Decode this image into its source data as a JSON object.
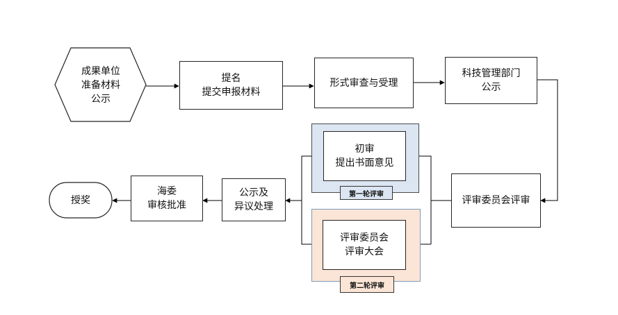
{
  "colors": {
    "round1_fill": "#dce6f2",
    "round2_fill": "#fbe5d6",
    "tag1_fill": "#dce6f2",
    "tag2_fill": "#fbe5d6",
    "line": "#000000"
  },
  "nodes": {
    "start": {
      "line1": "成果单位",
      "line2": "准备材料",
      "line3": "公示"
    },
    "nominate": {
      "line1": "提名",
      "line2": "提交申报材料"
    },
    "formal_review": {
      "line1": "形式审查与受理"
    },
    "dept_notice": {
      "line1": "科技管理部门",
      "line2": "公示"
    },
    "committee_review": {
      "line1": "评审委员会评审"
    },
    "first_review": {
      "line1": "初审",
      "line2": "提出书面意见"
    },
    "plenary": {
      "line1": "评审委员会",
      "line2": "评审大会"
    },
    "publicity": {
      "line1": "公示及",
      "line2": "异议处理"
    },
    "approval": {
      "line1": "海委",
      "line2": "审核批准"
    },
    "award": {
      "line1": "授奖"
    }
  },
  "tags": {
    "round1": "第一轮评审",
    "round2": "第二轮评审"
  }
}
